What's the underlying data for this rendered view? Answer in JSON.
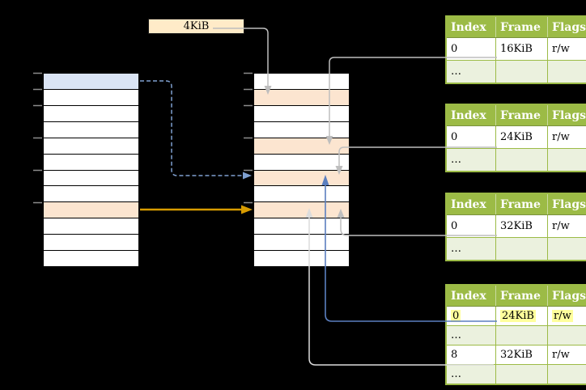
{
  "frame_size_label": {
    "text": "4KiB"
  },
  "left_column": {
    "rows": [
      "blue",
      "white",
      "white",
      "white",
      "white",
      "white",
      "white",
      "white",
      "orange",
      "white",
      "white",
      "white"
    ]
  },
  "middle_column": {
    "rows": [
      "white",
      "orange",
      "white",
      "white",
      "orange",
      "white",
      "orange",
      "white",
      "orange",
      "white",
      "white",
      "white"
    ]
  },
  "page_tables": [
    {
      "id": "page-table-16kib",
      "headers": [
        "Index",
        "Frame",
        "Flags"
      ],
      "rows": [
        {
          "cells": [
            "0",
            "16KiB",
            "r/w"
          ],
          "variant": "white"
        },
        {
          "cells": [
            "…",
            "",
            ""
          ],
          "variant": "green"
        }
      ]
    },
    {
      "id": "page-table-24kib",
      "headers": [
        "Index",
        "Frame",
        "Flags"
      ],
      "rows": [
        {
          "cells": [
            "0",
            "24KiB",
            "r/w"
          ],
          "variant": "white"
        },
        {
          "cells": [
            "…",
            "",
            ""
          ],
          "variant": "green"
        }
      ]
    },
    {
      "id": "page-table-32kib",
      "headers": [
        "Index",
        "Frame",
        "Flags"
      ],
      "rows": [
        {
          "cells": [
            "0",
            "32KiB",
            "r/w"
          ],
          "variant": "white"
        },
        {
          "cells": [
            "…",
            "",
            ""
          ],
          "variant": "green"
        }
      ]
    },
    {
      "id": "page-table-bottom",
      "headers": [
        "Index",
        "Frame",
        "Flags"
      ],
      "rows": [
        {
          "cells": [
            "0",
            "24KiB",
            "r/w"
          ],
          "variant": "white",
          "highlight": true
        },
        {
          "cells": [
            "…",
            "",
            ""
          ],
          "variant": "green"
        },
        {
          "cells": [
            "8",
            "32KiB",
            "r/w"
          ],
          "variant": "white"
        },
        {
          "cells": [
            "…",
            "",
            ""
          ],
          "variant": "green"
        }
      ]
    }
  ],
  "colors": {
    "background": "#000000",
    "page_highlight_blue": "#DAE4F4",
    "frame_highlight_orange": "#FCE5D0",
    "label_fill": "#FFEBC8",
    "table_header_green": "#9CBB46",
    "table_row_green": "#EBF1DE",
    "entry_highlight_yellow": "#FFFF9C",
    "arrow_orange": "#D79B00",
    "arrow_blue_solid": "#5B7FC0",
    "arrow_blue_dashed": "#7FA0D0",
    "arrow_gray": "#BEBEBE",
    "arrow_light_gray": "#DCDCDC",
    "tick_gray": "#8C8C8C"
  }
}
